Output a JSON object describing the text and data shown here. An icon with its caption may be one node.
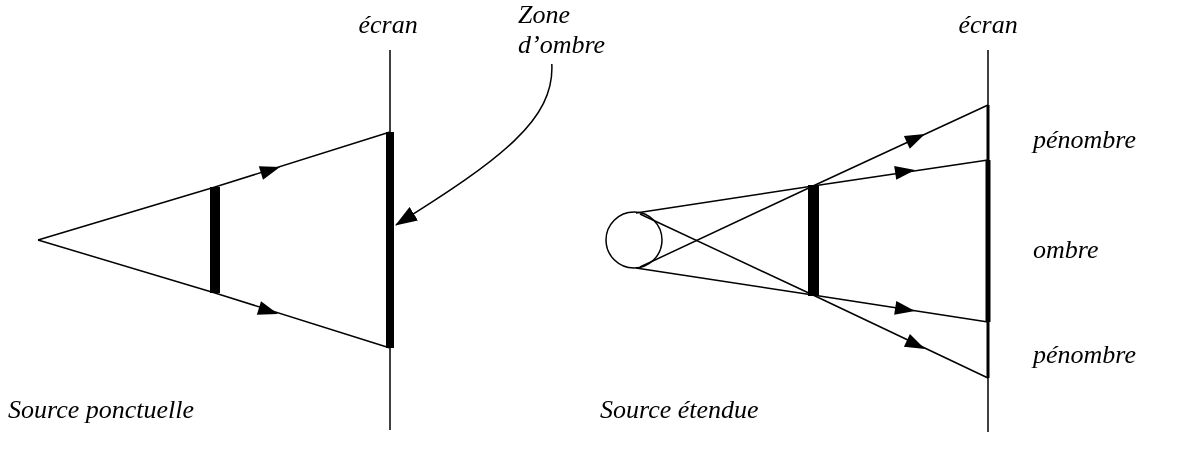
{
  "diagram": {
    "nodes": [
      {
        "text": [
          "Zone d’ombre"
        ]
      },
      {
        "text": [],
        "shape": "bar"
      }
    ],
    "edges": [
      {
        "from": 0,
        "to": 1,
        "arrow": "to"
      }
    ],
    "labels": [
      "écran",
      "écran",
      "pénombre",
      "ombre",
      "pénombre",
      "Source ponctuelle",
      "Source étendue"
    ]
  }
}
